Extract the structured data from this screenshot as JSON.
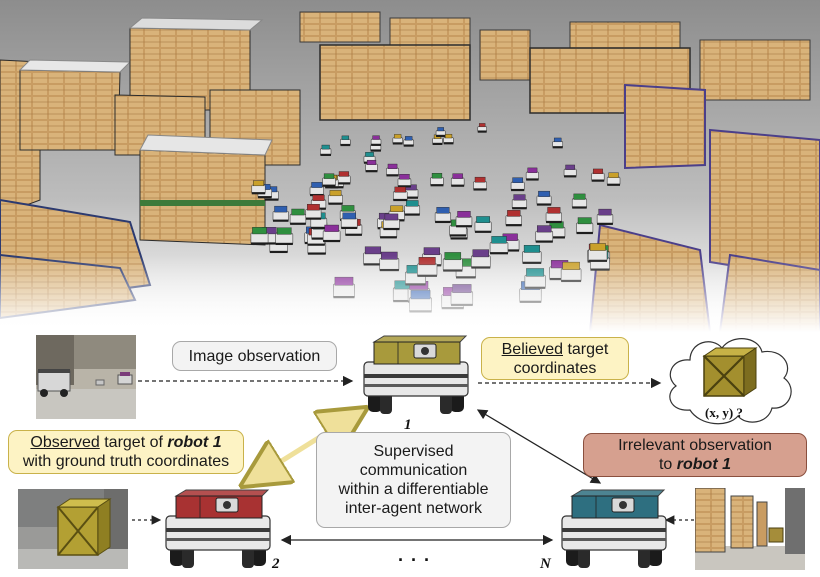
{
  "labels": {
    "image_observation": "Image observation",
    "believed_word": "Believed",
    "believed_rest": "target",
    "believed_line2": "coordinates",
    "observed_word": "Observed",
    "observed_line1_mid": "target of",
    "observed_robot": "robot 1",
    "observed_line2": "with ground truth coordinates",
    "supervised_line1": "Supervised",
    "supervised_line2": "communication",
    "supervised_line3": "within a differentiable",
    "supervised_line4": "inter-agent network",
    "irrelevant_line1": "Irrelevant observation",
    "irrelevant_line2_pre": "to",
    "irrelevant_robot": "robot 1",
    "coords": "(x, y) ?"
  },
  "robots": {
    "robot_1": "1",
    "robot_2": "2",
    "robot_n": "N",
    "ellipsis": "· · ·"
  },
  "colors": {
    "yellow_box": "#fdf3c4",
    "yellow_border": "#c9b24a",
    "gray_box": "#f2f2f2",
    "gray_border": "#a0a0a0",
    "red_box": "#d6a08f",
    "red_border": "#8a4f3e",
    "robot1_top": "#a89a3c",
    "robot2_top": "#a83232",
    "robotN_top": "#2e6f80",
    "crate": "#a38f2e"
  }
}
